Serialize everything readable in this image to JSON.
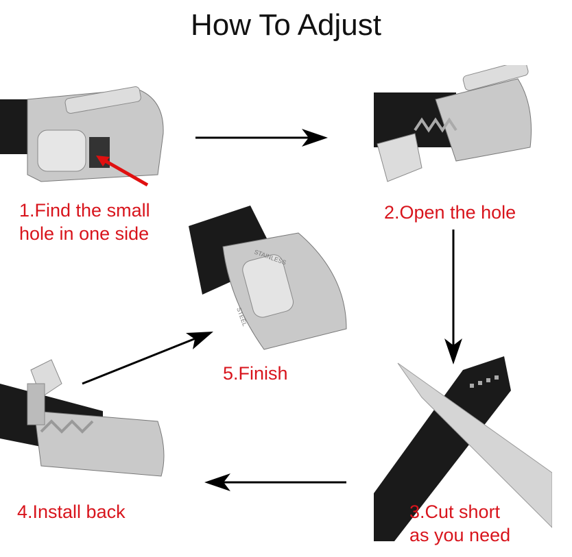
{
  "title": "How To Adjust",
  "steps": [
    {
      "line1": "1.Find the small",
      "line2": "hole in one side"
    },
    {
      "line1": "2.Open the hole"
    },
    {
      "line1": "3.Cut short",
      "line2": "as you need"
    },
    {
      "line1": "4.Install back"
    },
    {
      "line1": "5.Finish"
    }
  ],
  "buckle_text": {
    "top": "STAINLESS",
    "bottom": "STEEL"
  },
  "colors": {
    "label": "#d8141c",
    "arrow": "#000000",
    "belt": "#1a1a1a",
    "steel": "#c9c9c9"
  }
}
